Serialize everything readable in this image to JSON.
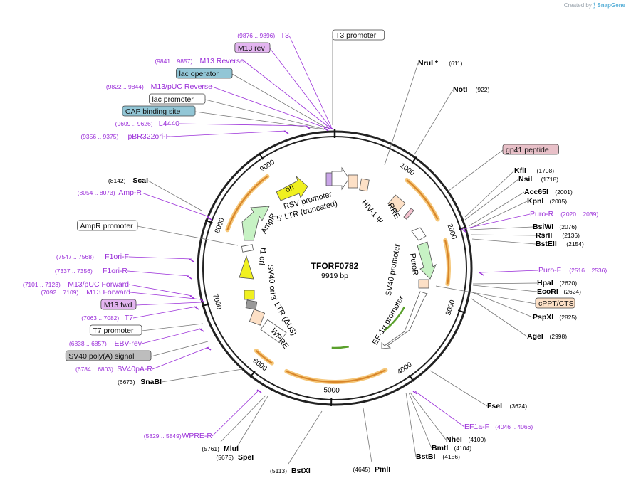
{
  "credit": {
    "prefix": "Created by",
    "brand": "SnapGene"
  },
  "plasmid": {
    "name": "TFORF0782",
    "size_label": "9919 bp",
    "length": 9919
  },
  "ticks": [
    "1000",
    "2000",
    "3000",
    "4000",
    "5000",
    "6000",
    "7000",
    "8000",
    "9000"
  ],
  "colors": {
    "purple": "#9b30d9",
    "orange_feature": "#d9862a",
    "green_feature": "#5aa02c",
    "ring": "#222222"
  },
  "inner_features": [
    {
      "id": "rsv",
      "label": "RSV promoter",
      "type": "arrow"
    },
    {
      "id": "ltr5",
      "label": "5' LTR (truncated)",
      "type": "box"
    },
    {
      "id": "hiv",
      "label": "HIV-1 Ψ",
      "type": "box"
    },
    {
      "id": "rre",
      "label": "RRE",
      "type": "box"
    },
    {
      "id": "sv40p",
      "label": "SV40 promoter",
      "type": "arrow"
    },
    {
      "id": "puror",
      "label": "PuroR",
      "type": "arrow"
    },
    {
      "id": "ef1a",
      "label": "EF-1α promoter",
      "type": "arrow"
    },
    {
      "id": "wpre",
      "label": "WPRE",
      "type": "box"
    },
    {
      "id": "ltr3",
      "label": "3' LTR (ΔU3)",
      "type": "box"
    },
    {
      "id": "sv40ori",
      "label": "SV40 ori",
      "type": "box"
    },
    {
      "id": "f1ori",
      "label": "f1 ori",
      "type": "arrow"
    },
    {
      "id": "ampr",
      "label": "AmpR",
      "type": "arrow"
    },
    {
      "id": "ori",
      "label": "ori",
      "type": "arrow"
    }
  ],
  "left_labels": [
    {
      "coord": "(9876 .. 9896)",
      "name": "T3",
      "kind": "primer"
    },
    {
      "coord": "",
      "name": "M13 rev",
      "kind": "boxed-primer"
    },
    {
      "coord": "(9841 .. 9857)",
      "name": "M13 Reverse",
      "kind": "primer"
    },
    {
      "coord": "",
      "name": "lac operator",
      "kind": "boxed-blue"
    },
    {
      "coord": "(9822 .. 9844)",
      "name": "M13/pUC Reverse",
      "kind": "primer"
    },
    {
      "coord": "",
      "name": "lac promoter",
      "kind": "boxed-white"
    },
    {
      "coord": "",
      "name": "CAP binding site",
      "kind": "boxed-blue"
    },
    {
      "coord": "(9609 .. 9626)",
      "name": "L4440",
      "kind": "primer"
    },
    {
      "coord": "(9356 .. 9375)",
      "name": "pBR322ori-F",
      "kind": "primer"
    },
    {
      "coord": "(8142)",
      "name": "ScaI",
      "kind": "enzyme"
    },
    {
      "coord": "(8054 .. 8073)",
      "name": "Amp-R",
      "kind": "primer"
    },
    {
      "coord": "",
      "name": "AmpR promoter",
      "kind": "boxed-white"
    },
    {
      "coord": "(7547 .. 7568)",
      "name": "F1ori-F",
      "kind": "primer"
    },
    {
      "coord": "(7337 .. 7356)",
      "name": "F1ori-R",
      "kind": "primer"
    },
    {
      "coord": "(7101 .. 7123)",
      "name": "M13/pUC Forward",
      "kind": "primer"
    },
    {
      "coord": "(7092 .. 7109)",
      "name": "M13 Forward",
      "kind": "primer"
    },
    {
      "coord": "",
      "name": "M13 fwd",
      "kind": "boxed-primer"
    },
    {
      "coord": "(7063 .. 7082)",
      "name": "T7",
      "kind": "primer"
    },
    {
      "coord": "",
      "name": "T7 promoter",
      "kind": "boxed-white"
    },
    {
      "coord": "(6838 .. 6857)",
      "name": "EBV-rev",
      "kind": "primer"
    },
    {
      "coord": "",
      "name": "SV40 poly(A) signal",
      "kind": "boxed-grey"
    },
    {
      "coord": "(6784 .. 6803)",
      "name": "SV40pA-R",
      "kind": "primer"
    },
    {
      "coord": "(6673)",
      "name": "SnaBI",
      "kind": "enzyme"
    },
    {
      "coord": "(5829 .. 5849)",
      "name": "WPRE-R",
      "kind": "primer"
    }
  ],
  "right_labels": [
    {
      "name": "T3 promoter",
      "coord": "",
      "kind": "boxed-white"
    },
    {
      "name": "NruI *",
      "coord": "(611)",
      "kind": "enzyme"
    },
    {
      "name": "NotI",
      "coord": "(922)",
      "kind": "enzyme"
    },
    {
      "name": "gp41 peptide",
      "coord": "",
      "kind": "boxed-pink"
    },
    {
      "name": "KflI",
      "coord": "(1708)",
      "kind": "enzyme"
    },
    {
      "name": "NsiI",
      "coord": "(1718)",
      "kind": "enzyme"
    },
    {
      "name": "Acc65I",
      "coord": "(2001)",
      "kind": "enzyme"
    },
    {
      "name": "KpnI",
      "coord": "(2005)",
      "kind": "enzyme"
    },
    {
      "name": "Puro-R",
      "coord": "(2020 .. 2039)",
      "kind": "primer"
    },
    {
      "name": "BsiWI",
      "coord": "(2076)",
      "kind": "enzyme"
    },
    {
      "name": "RsrII",
      "coord": "(2136)",
      "kind": "enzyme"
    },
    {
      "name": "BstEII",
      "coord": "(2154)",
      "kind": "enzyme"
    },
    {
      "name": "Puro-F",
      "coord": "(2516 .. 2536)",
      "kind": "primer"
    },
    {
      "name": "HpaI",
      "coord": "(2620)",
      "kind": "enzyme"
    },
    {
      "name": "EcoRI",
      "coord": "(2624)",
      "kind": "enzyme"
    },
    {
      "name": "cPPT/CTS",
      "coord": "",
      "kind": "boxed-orange"
    },
    {
      "name": "PspXI",
      "coord": "(2825)",
      "kind": "enzyme"
    },
    {
      "name": "AgeI",
      "coord": "(2998)",
      "kind": "enzyme"
    },
    {
      "name": "FseI",
      "coord": "(3624)",
      "kind": "enzyme"
    },
    {
      "name": "EF1a-F",
      "coord": "(4046 .. 4066)",
      "kind": "primer"
    },
    {
      "name": "NheI",
      "coord": "(4100)",
      "kind": "enzyme"
    },
    {
      "name": "BmtI",
      "coord": "(4104)",
      "kind": "enzyme"
    },
    {
      "name": "BstBI",
      "coord": "(4156)",
      "kind": "enzyme"
    },
    {
      "name": "PmlI",
      "coord": "(4645)",
      "kind": "enzyme"
    },
    {
      "name": "BstXI",
      "coord": "(5113)",
      "kind": "enzyme"
    },
    {
      "name": "SpeI",
      "coord": "(5675)",
      "kind": "enzyme"
    },
    {
      "name": "MluI",
      "coord": "(5761)",
      "kind": "enzyme"
    }
  ]
}
